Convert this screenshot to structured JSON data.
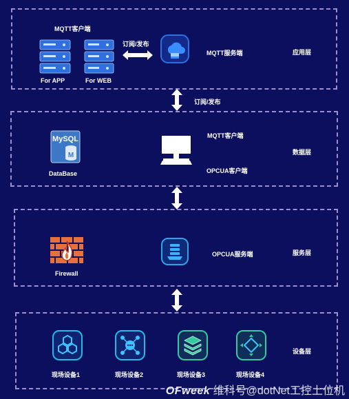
{
  "layers": {
    "app": {
      "title": "应用层",
      "mqtt_client_label": "MQTT客户端",
      "for_app": "For APP",
      "for_web": "For WEB",
      "pubsub": "订阅/发布",
      "mqtt_server": "MQTT服务端"
    },
    "between_app_data": {
      "pubsub": "订阅/发布"
    },
    "data": {
      "title": "数据层",
      "database": "DataBase",
      "mysql_logo": "MySQL",
      "mysql_letter": "M",
      "mqtt_client": "MQTT客户端",
      "opcua_client": "OPCUA客户端"
    },
    "service": {
      "title": "服务层",
      "firewall": "Firewall",
      "opcua_server": "OPCUA服务端"
    },
    "device": {
      "title": "设备层",
      "devices": [
        "现场设备1",
        "现场设备2",
        "现场设备3",
        "现场设备4"
      ]
    }
  },
  "watermark": {
    "brand": "OFweek",
    "text": "维科号@dotNet工控上位机"
  },
  "colors": {
    "background": "#0c0f5e",
    "dashed_border": "#9c8fd0",
    "server_blue": "#2f6fe0",
    "firewall_orange": "#e8703a",
    "device_cyan": "#27b8e6",
    "device_green": "#35c9a0"
  }
}
